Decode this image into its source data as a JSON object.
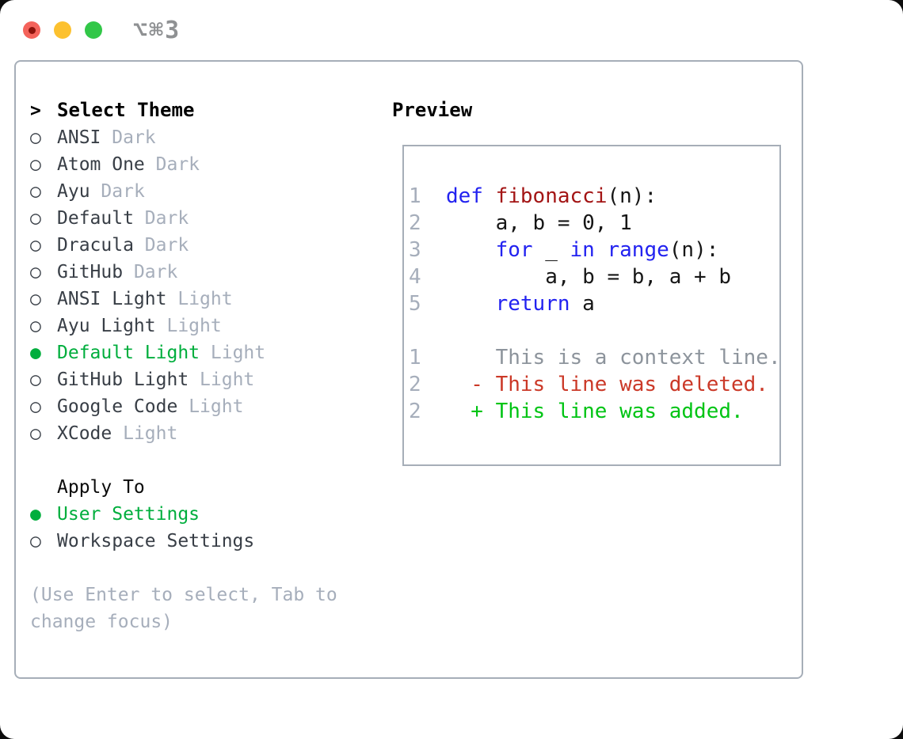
{
  "window": {
    "shortcut": "⌥⌘3",
    "traffic_lights": [
      "close-red",
      "minimize-yellow",
      "zoom-green"
    ]
  },
  "markers": {
    "focus": ">",
    "selected": "●",
    "unselected": "○"
  },
  "theme_picker": {
    "title": "Select Theme",
    "items": [
      {
        "name": "ANSI",
        "tag": "Dark",
        "selected": false
      },
      {
        "name": "Atom One",
        "tag": "Dark",
        "selected": false
      },
      {
        "name": "Ayu",
        "tag": "Dark",
        "selected": false
      },
      {
        "name": "Default",
        "tag": "Dark",
        "selected": false
      },
      {
        "name": "Dracula",
        "tag": "Dark",
        "selected": false
      },
      {
        "name": "GitHub",
        "tag": "Dark",
        "selected": false
      },
      {
        "name": "ANSI Light",
        "tag": "Light",
        "selected": false
      },
      {
        "name": "Ayu Light",
        "tag": "Light",
        "selected": false
      },
      {
        "name": "Default Light",
        "tag": "Light",
        "selected": true
      },
      {
        "name": "GitHub Light",
        "tag": "Light",
        "selected": false
      },
      {
        "name": "Google Code",
        "tag": "Light",
        "selected": false
      },
      {
        "name": "XCode",
        "tag": "Light",
        "selected": false
      }
    ]
  },
  "apply_to": {
    "title": "Apply To",
    "options": [
      {
        "label": "User Settings",
        "selected": true
      },
      {
        "label": "Workspace Settings",
        "selected": false
      }
    ]
  },
  "hint": "(Use Enter to select, Tab to change focus)",
  "preview": {
    "title": "Preview",
    "lines": [
      {
        "num": "1",
        "tokens": [
          {
            "t": "def",
            "c": "kw"
          },
          {
            "t": " ",
            "c": "pl"
          },
          {
            "t": "fibonacci",
            "c": "fn"
          },
          {
            "t": "(n):",
            "c": "pl"
          }
        ]
      },
      {
        "num": "2",
        "tokens": [
          {
            "t": "    a, b = 0, 1",
            "c": "pl"
          }
        ]
      },
      {
        "num": "3",
        "tokens": [
          {
            "t": "    ",
            "c": "pl"
          },
          {
            "t": "for",
            "c": "kw"
          },
          {
            "t": " _ ",
            "c": "pl"
          },
          {
            "t": "in",
            "c": "kw"
          },
          {
            "t": " ",
            "c": "pl"
          },
          {
            "t": "range",
            "c": "kw"
          },
          {
            "t": "(n):",
            "c": "pl"
          }
        ]
      },
      {
        "num": "4",
        "tokens": [
          {
            "t": "        a, b = b, a + b",
            "c": "pl"
          }
        ]
      },
      {
        "num": "5",
        "tokens": [
          {
            "t": "    ",
            "c": "pl"
          },
          {
            "t": "return",
            "c": "kw"
          },
          {
            "t": " a",
            "c": "pl"
          }
        ]
      },
      {
        "num": "",
        "tokens": []
      },
      {
        "num": "1",
        "tokens": [
          {
            "t": "    This is a context line.",
            "c": "ctx"
          }
        ]
      },
      {
        "num": "2",
        "tokens": [
          {
            "t": "  - This line was deleted.",
            "c": "del"
          }
        ]
      },
      {
        "num": "2",
        "tokens": [
          {
            "t": "  + This line was added.",
            "c": "add"
          }
        ]
      }
    ]
  },
  "colors": {
    "kw": "#2222f0",
    "fn": "#a31515",
    "pl": "#161616",
    "ctx": "#8d949c",
    "del": "#cb3928",
    "add": "#00c414",
    "gut": "#a6aebb",
    "ui_green": "#00ae3d",
    "muted": "#a6aebb",
    "text_dark": "#383e46",
    "heading": "#0a0a0a",
    "border": "#a6aeb8",
    "shortcut_gray": "#8f9193",
    "light_red": "#f4635b",
    "light_red_dot": "#8c120b",
    "light_yellow": "#fcc12f",
    "light_green": "#32c748"
  }
}
